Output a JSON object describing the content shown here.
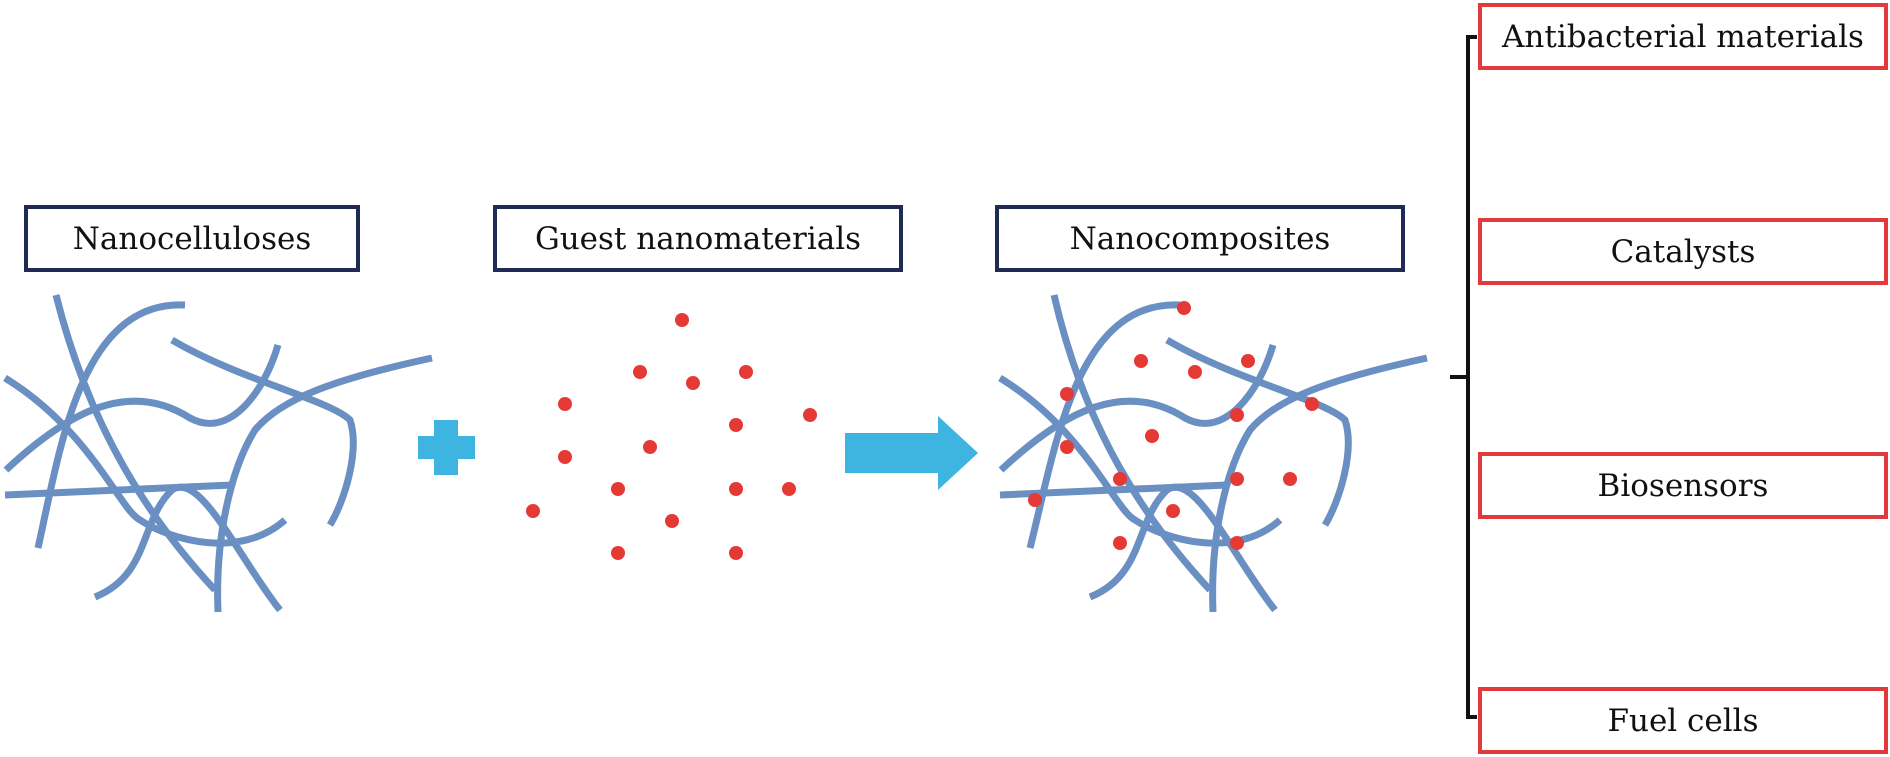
{
  "labels": {
    "nanocelluloses": "Nanocelluloses",
    "guest": "Guest nanomaterials",
    "nanocomposites": "Nanocomposites"
  },
  "applications": [
    "Antibacterial materials",
    "Catalysts",
    "Biosensors",
    "Fuel cells"
  ],
  "colors": {
    "fiber": "#6a8fc2",
    "particle": "#e53935",
    "operator": "#3db5e0",
    "label_border": "#1f2a55",
    "application_border": "#e0393e",
    "bracket": "#111111"
  },
  "icons": [
    "plus-icon",
    "right-arrow-icon"
  ]
}
